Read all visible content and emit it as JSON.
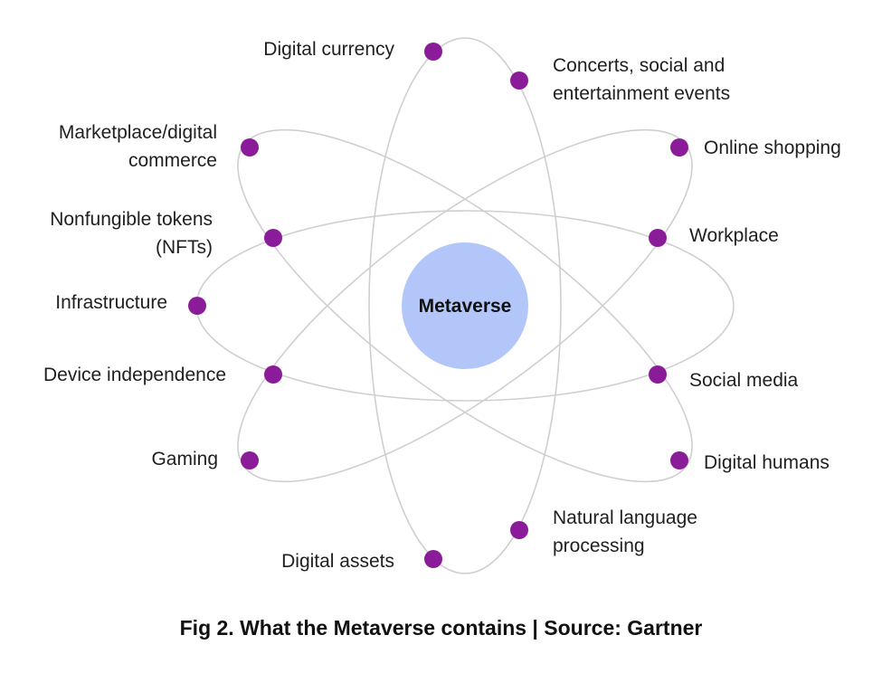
{
  "center": {
    "text": "Metaverse"
  },
  "caption": "Fig 2. What the Metaverse contains | Source: Gartner",
  "nodes": [
    {
      "id": "digital-currency",
      "lines": [
        "Digital currency"
      ]
    },
    {
      "id": "concerts",
      "lines": [
        "Concerts, social and",
        "entertainment events"
      ]
    },
    {
      "id": "marketplace",
      "lines": [
        "Marketplace/digital",
        "commerce"
      ]
    },
    {
      "id": "online-shopping",
      "lines": [
        "Online shopping"
      ]
    },
    {
      "id": "nfts",
      "lines": [
        "Nonfungible tokens",
        "(NFTs)"
      ]
    },
    {
      "id": "workplace",
      "lines": [
        "Workplace"
      ]
    },
    {
      "id": "infrastructure",
      "lines": [
        "Infrastructure"
      ]
    },
    {
      "id": "device-independence",
      "lines": [
        "Device independence"
      ]
    },
    {
      "id": "social-media",
      "lines": [
        "Social media"
      ]
    },
    {
      "id": "gaming",
      "lines": [
        "Gaming"
      ]
    },
    {
      "id": "digital-humans",
      "lines": [
        "Digital humans"
      ]
    },
    {
      "id": "natural-language",
      "lines": [
        "Natural language",
        "processing"
      ]
    },
    {
      "id": "digital-assets",
      "lines": [
        "Digital assets"
      ]
    }
  ],
  "colors": {
    "center_fill": "#b2c6fa",
    "node_fill": "#8b1c99",
    "orbit_stroke": "#cfcfcf",
    "text": "#1f1f1f"
  }
}
